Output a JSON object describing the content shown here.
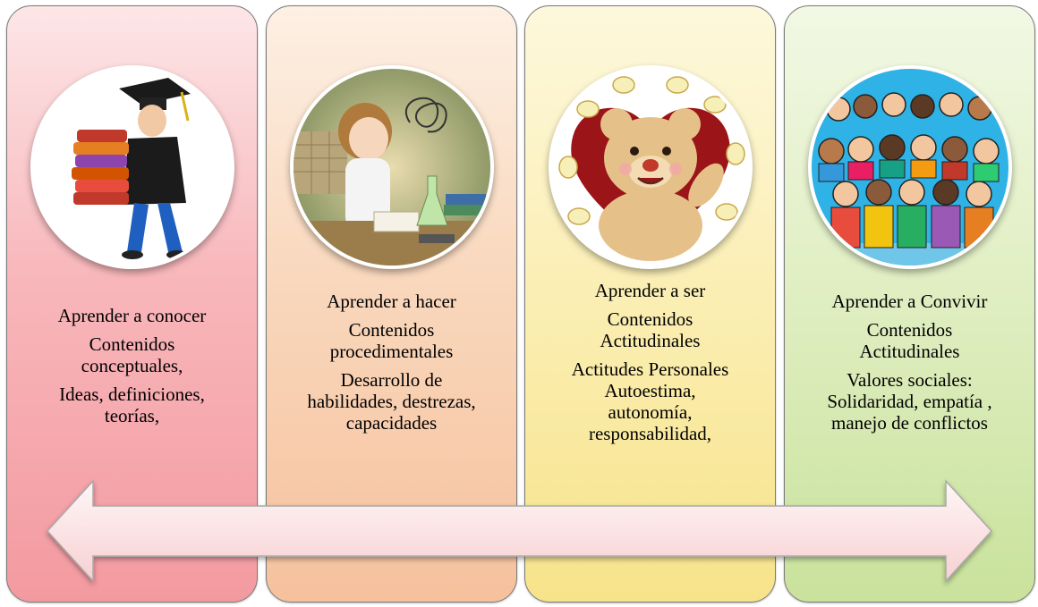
{
  "panels": [
    {
      "title": "Aprender a conocer",
      "subtitle": "Contenidos\nconceptuales,",
      "description": "Ideas, definiciones,\nteorías,"
    },
    {
      "title": "Aprender a hacer",
      "subtitle": "Contenidos\nprocedimentales",
      "description": "Desarrollo de\nhabilidades, destrezas,\ncapacidades"
    },
    {
      "title": "Aprender a ser",
      "subtitle": "Contenidos\nActitudinales",
      "description": "Actitudes Personales\nAutoestima,\nautonomía,\nresponsabilidad,"
    },
    {
      "title": "Aprender a Convivir",
      "subtitle": "Contenidos\nActitudinales",
      "description": "Valores sociales:\nSolidaridad, empatía ,\nmanejo de conflictos"
    }
  ],
  "colors": {
    "panel1": "#f8b7bb",
    "panel2": "#f9d8bd",
    "panel3": "#fbefb6",
    "panel4": "#e1efc4",
    "arrow_fill": "#fce4e4",
    "border": "#7a7a7a"
  },
  "illustrations": [
    "graduate-with-books",
    "girl-scientist",
    "teddy-bear",
    "group-of-children"
  ]
}
